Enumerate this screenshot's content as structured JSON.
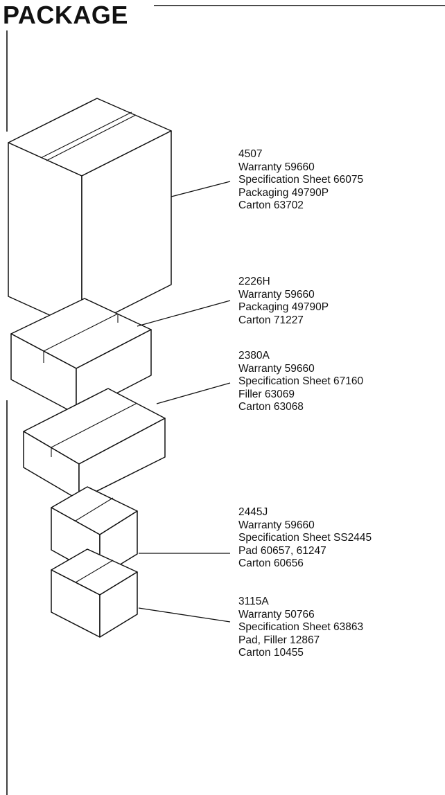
{
  "title": "PACKAGE",
  "packages": [
    {
      "model": "4507",
      "lines": [
        "Warranty 59660",
        "Specification Sheet 66075",
        "Packaging 49790P",
        "Carton 63702"
      ]
    },
    {
      "model": "2226H",
      "lines": [
        "Warranty 59660",
        "Packaging 49790P",
        "Carton 71227"
      ]
    },
    {
      "model": "2380A",
      "lines": [
        "Warranty 59660",
        "Specification Sheet 67160",
        "Filler 63069",
        "Carton 63068"
      ]
    },
    {
      "model": "2445J",
      "lines": [
        "Warranty 59660",
        "Specification Sheet SS2445",
        "Pad 60657, 61247",
        "Carton 60656"
      ]
    },
    {
      "model": "3115A",
      "lines": [
        "Warranty 50766",
        "Specification Sheet 63863",
        "Pad, Filler 12867",
        "Carton 10455"
      ]
    }
  ]
}
